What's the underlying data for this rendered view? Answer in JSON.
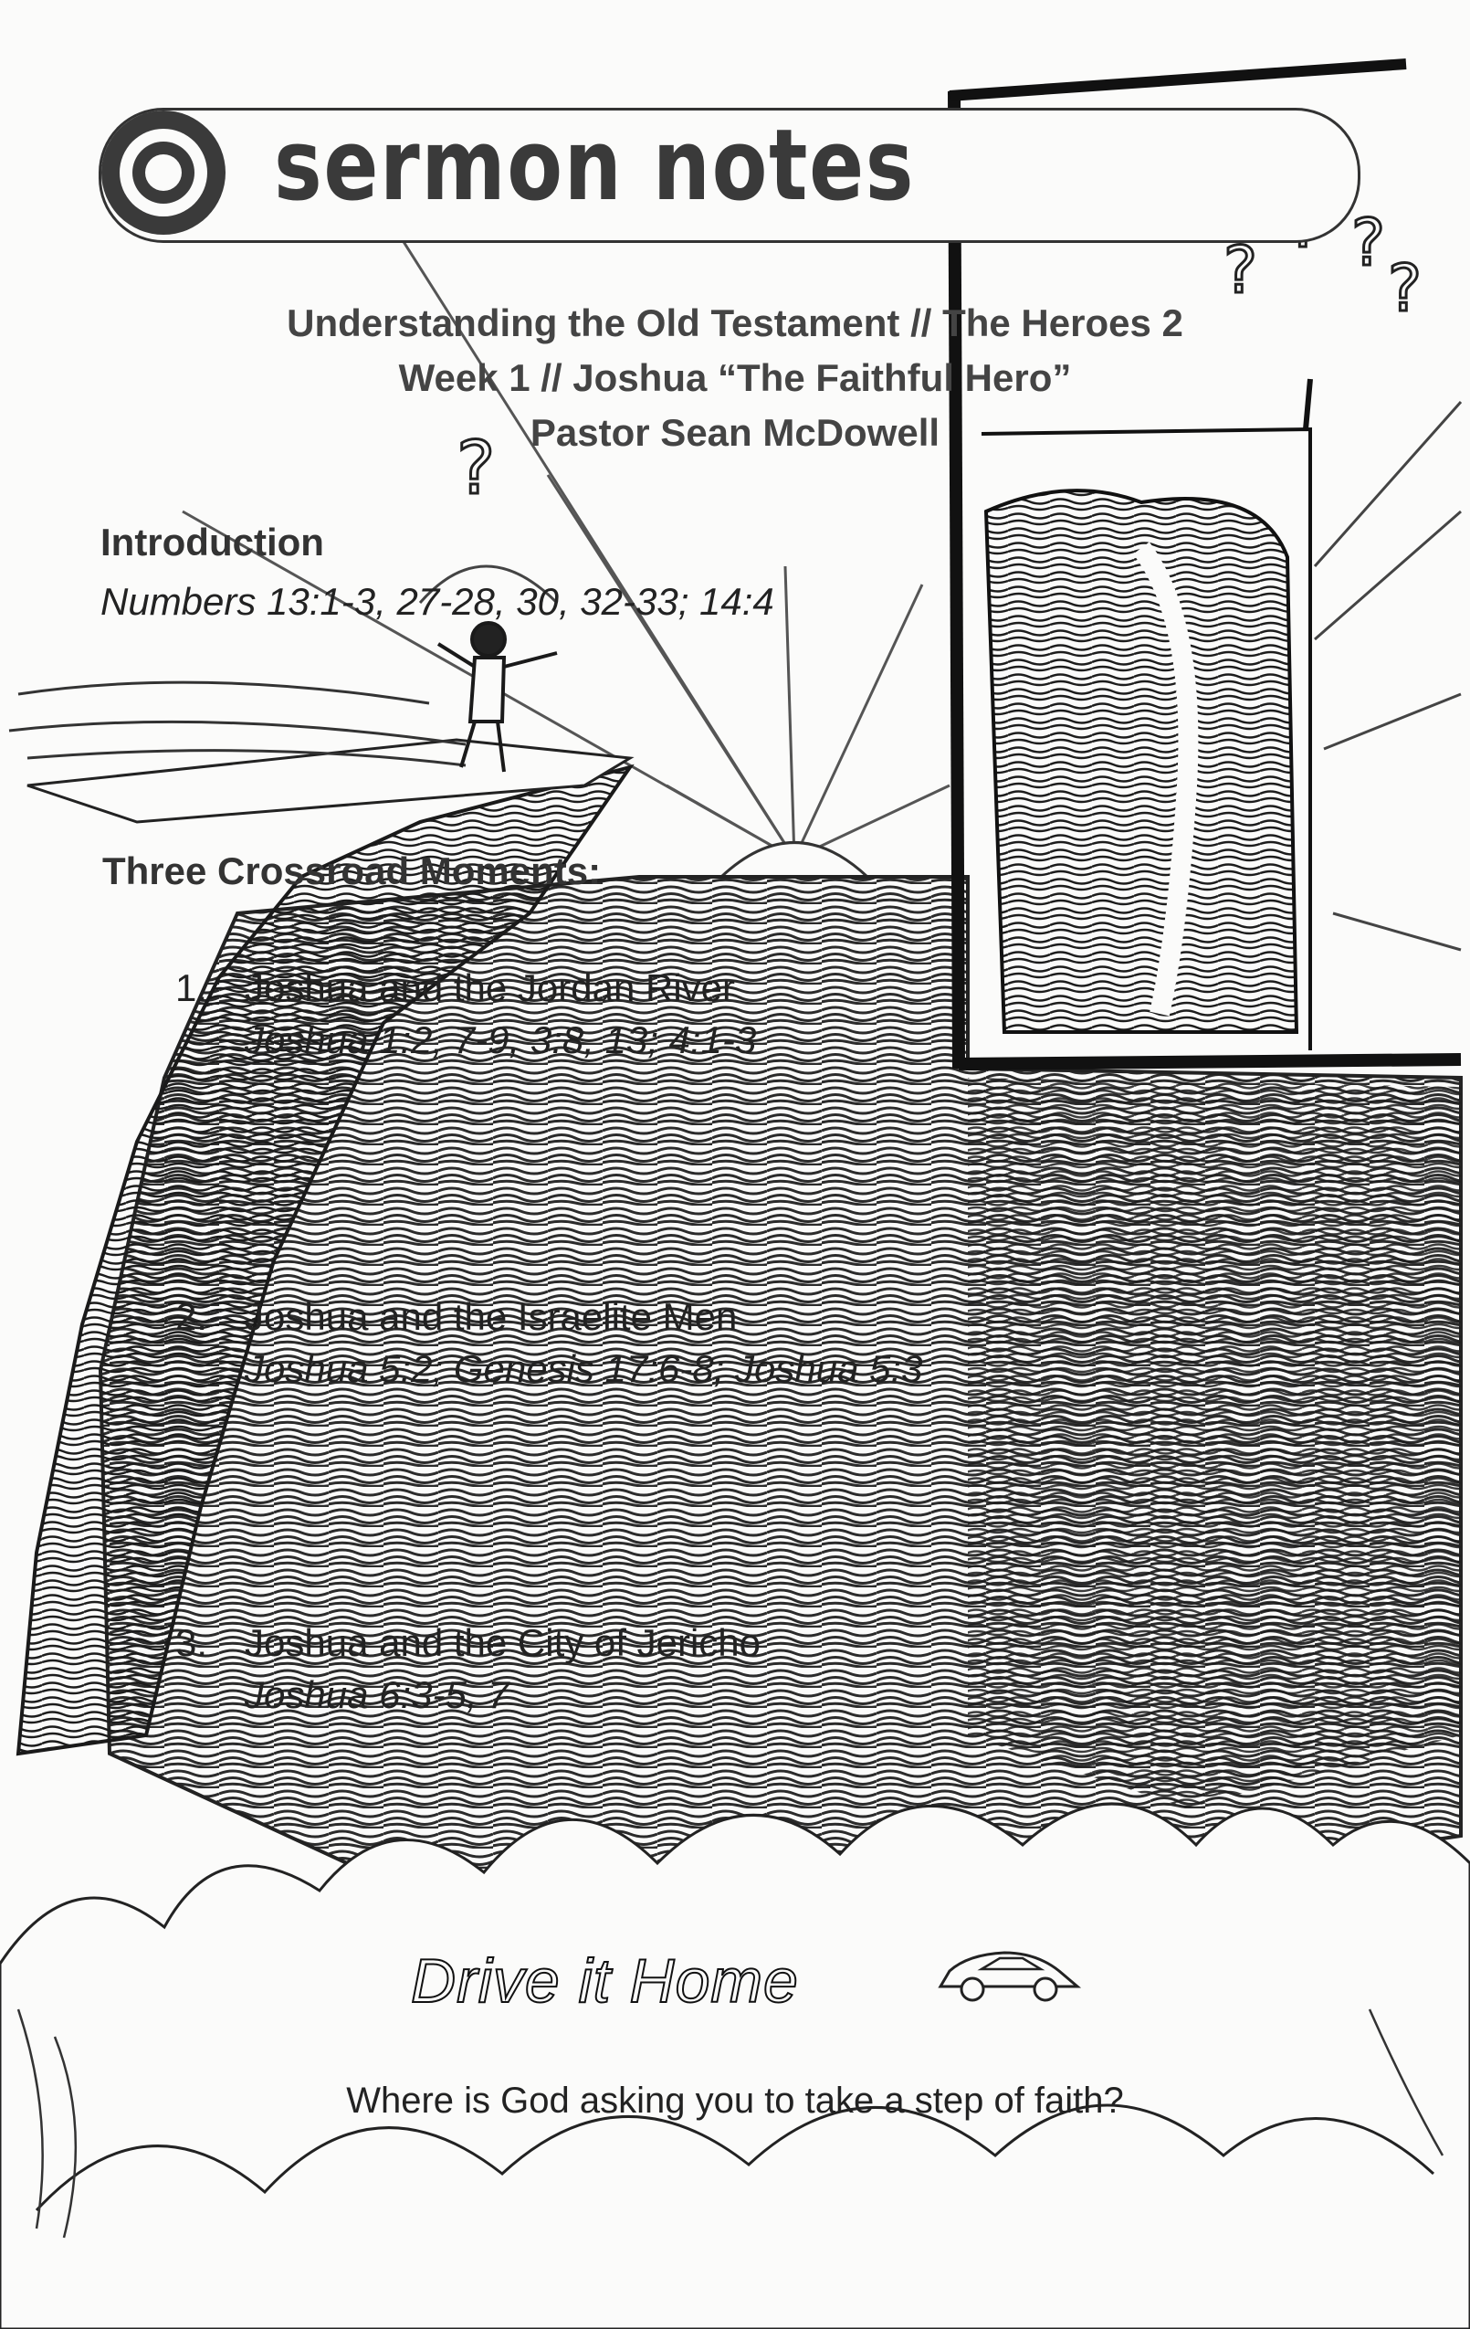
{
  "header": {
    "title": "sermon notes",
    "series": "Understanding the Old Testament // The Heroes 2",
    "week": "Week 1 // Joshua “The Faithful Hero”",
    "speaker": "Pastor Sean McDowell"
  },
  "introduction": {
    "heading": "Introduction",
    "reference": "Numbers 13:1-3, 27-28, 30, 32-33; 14:4"
  },
  "moments": {
    "heading": "Three Crossroad Moments:",
    "items": [
      {
        "number": "1.",
        "title": "Joshua and the Jordan River",
        "reference": "Joshua 1:2, 7-9, 3:8, 13; 4:1-3"
      },
      {
        "number": "2.",
        "title": "Joshua and the Israelite Men",
        "reference": "Joshua 5:2; Genesis 17:6-8; Joshua 5:3"
      },
      {
        "number": "3.",
        "title": "Joshua and the City of Jericho",
        "reference": "Joshua 6:3-5, 7"
      }
    ]
  },
  "closing": {
    "heading": "Drive it Home",
    "question": "Where is God asking you to take a step of faith?"
  },
  "icons": {
    "logo": "target-icon",
    "car": "car-icon"
  }
}
